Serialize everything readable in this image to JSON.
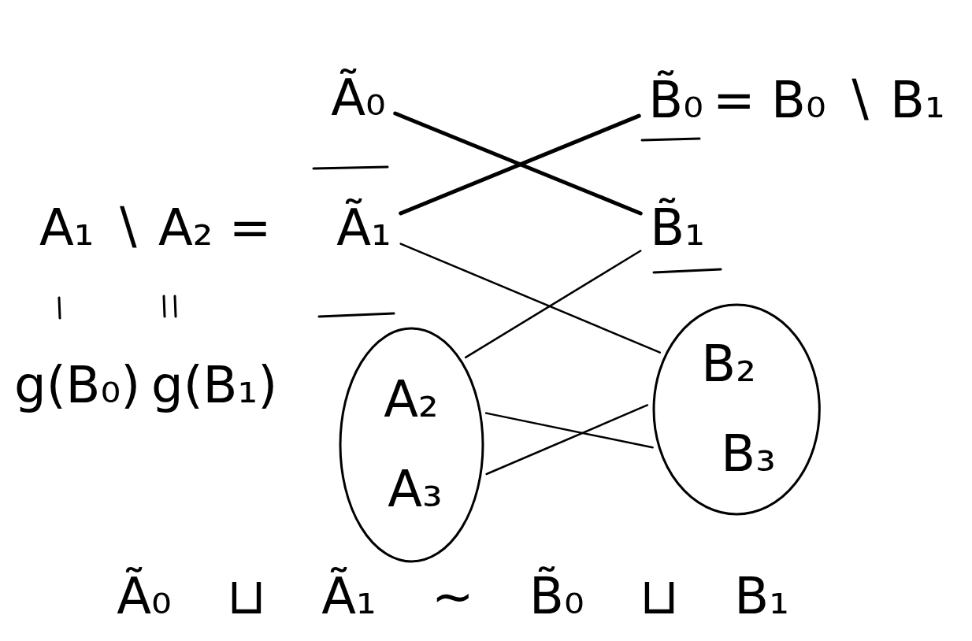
{
  "diagram": {
    "nodes": [
      {
        "text": [
          "Ã₀"
        ]
      },
      {
        "text": [
          "B̃₀"
        ]
      },
      {
        "text": [
          "Ã₁"
        ]
      },
      {
        "text": [
          "B̃₁"
        ]
      },
      {
        "text": [
          "A₂",
          "A₃"
        ]
      },
      {
        "text": [
          "B₂",
          "B₃"
        ]
      }
    ],
    "edges": [
      {
        "from": 0,
        "to": 3,
        "arrow": "none"
      },
      {
        "from": 1,
        "to": 2,
        "arrow": "none"
      },
      {
        "from": 2,
        "to": 5,
        "arrow": "none"
      },
      {
        "from": 3,
        "to": 4,
        "arrow": "none"
      },
      {
        "from": 4,
        "to": 5,
        "arrow": "none"
      },
      {
        "from": 5,
        "to": 4,
        "arrow": "none"
      }
    ],
    "labels": [
      "= B₀ ∖ B₁",
      "A₁ ∖ A₂ =",
      "g(B₀)",
      "g(B₁)",
      "Ã₀ ⊔ Ã₁ ~ B̃₀ ⊔ B₁"
    ]
  }
}
